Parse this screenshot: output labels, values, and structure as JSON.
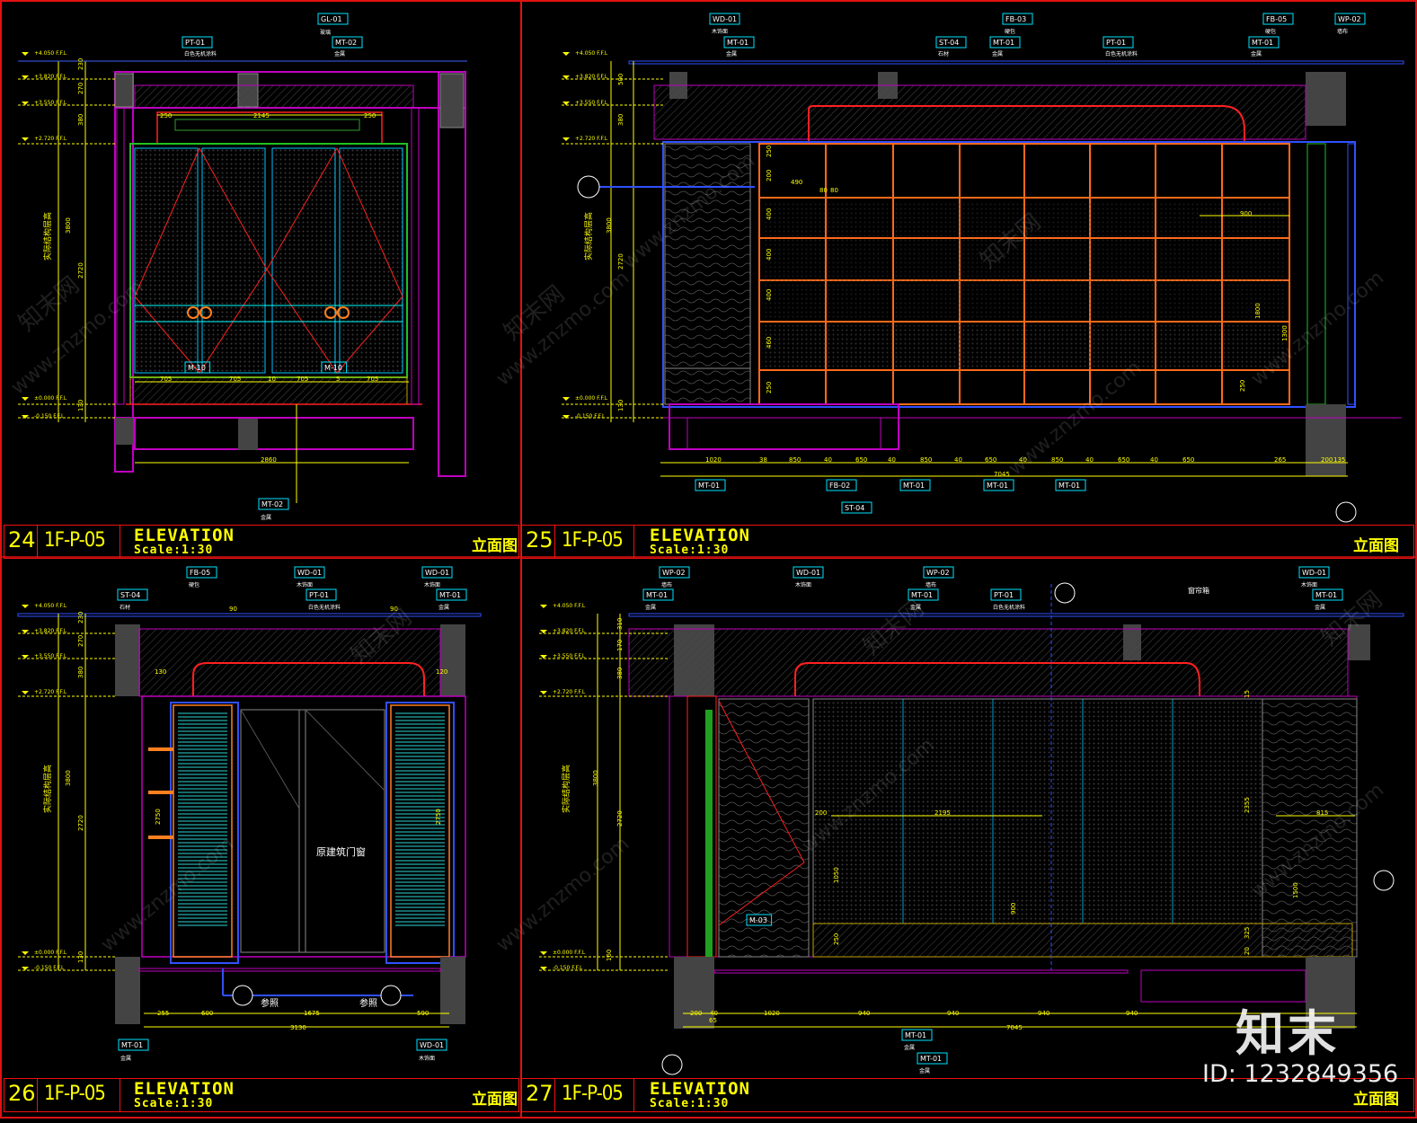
{
  "colors": {
    "frame": "#e11111",
    "wall": "#c000c0",
    "dim": "#ffff00",
    "cyan": "#00ffff",
    "orange": "#ff8020",
    "red": "#ff2020",
    "blue": "#3050ff",
    "green": "#20c020",
    "label": "#00e5ff"
  },
  "watermark": {
    "site": "www.znzmo.com",
    "brand_cn": "知末网"
  },
  "logo": {
    "text": "知末",
    "id_text": "ID: 1232849356"
  },
  "levels": [
    "+4.050 F.F.L",
    "+3.820 F.F.L",
    "+3.550 F.F.L",
    "+2.720 F.F.L",
    "±0.000 F.F.L",
    "-0.150 F.F.L"
  ],
  "vertical_note": "实际结构层高",
  "panels": [
    {
      "num": "24",
      "code": "1F-P-05",
      "elevation": "ELEVATION",
      "scale": "Scale:1:30",
      "cn": "立面图",
      "tags": [
        "PT-01",
        "GL-01",
        "MT-02",
        "M-10",
        "M-10",
        "MT-02"
      ],
      "tag_notes": [
        "白色无机涂料",
        "玻璃",
        "金属",
        "金属"
      ],
      "dims_h": [
        "250",
        "2145",
        "250",
        "705",
        "705",
        "10",
        "705",
        "5",
        "705",
        "2860"
      ],
      "dims_v": [
        "230",
        "270",
        "380",
        "2720",
        "130",
        "3800"
      ]
    },
    {
      "num": "25",
      "code": "1F-P-05",
      "elevation": "ELEVATION",
      "scale": "Scale:1:30",
      "cn": "立面图",
      "tags": [
        "WD-01",
        "MT-01",
        "FB-03",
        "ST-04",
        "MT-01",
        "PT-01",
        "FB-05",
        "MT-01",
        "WP-02",
        "MT-01",
        "FB-02",
        "ST-04",
        "MT-01",
        "MT-01",
        "MT-01"
      ],
      "tag_notes": [
        "木饰面",
        "金属",
        "硬包",
        "石材",
        "金属",
        "白色无机涂料",
        "硬包",
        "金属",
        "墙布"
      ],
      "dims_h": [
        "1020",
        "38",
        "850",
        "40",
        "650",
        "40",
        "850",
        "40",
        "650",
        "40",
        "850",
        "40",
        "650",
        "40",
        "650",
        "265",
        "200",
        "135",
        "7045",
        "490",
        "80",
        "80",
        "900"
      ],
      "dims_v": [
        "500",
        "380",
        "2720",
        "130",
        "3800",
        "250",
        "200",
        "400",
        "400",
        "400",
        "460",
        "250",
        "1800",
        "1300",
        "250"
      ]
    },
    {
      "num": "26",
      "code": "1F-P-05",
      "elevation": "ELEVATION",
      "scale": "Scale:1:30",
      "cn": "立面图",
      "tags": [
        "ST-04",
        "FB-05",
        "WD-01",
        "PT-01",
        "WD-01",
        "MT-01",
        "MT-01",
        "WD-01"
      ],
      "tag_notes": [
        "石材",
        "硬包",
        "木饰面",
        "白色无机涂料",
        "木饰面",
        "金属",
        "金属",
        "木饰面"
      ],
      "center_text": "原建筑门窗",
      "ref_text": [
        "参照",
        "参照"
      ],
      "dims_h": [
        "255",
        "600",
        "1675",
        "590",
        "3130",
        "130",
        "120",
        "90",
        "90"
      ],
      "dims_v": [
        "230",
        "270",
        "380",
        "2720",
        "130",
        "3800",
        "2750",
        "2750"
      ]
    },
    {
      "num": "27",
      "code": "1F-P-05",
      "elevation": "ELEVATION",
      "scale": "Scale:1:30",
      "cn": "立面图",
      "tags": [
        "WP-02",
        "MT-01",
        "WD-01",
        "WP-02",
        "MT-01",
        "PT-01",
        "WD-01",
        "MT-01",
        "M-03",
        "MT-01",
        "MT-01"
      ],
      "tag_notes": [
        "墙布",
        "金属",
        "木饰面",
        "墙布",
        "金属",
        "白色无机涂料",
        "木饰面",
        "金属",
        "金属",
        "金属"
      ],
      "curtain": "窗帘箱",
      "dims_h": [
        "200",
        "40",
        "65",
        "1020",
        "940",
        "940",
        "940",
        "940",
        "7045",
        "2195",
        "815",
        "200"
      ],
      "dims_v": [
        "310",
        "170",
        "380",
        "2720",
        "160",
        "3800",
        "2355",
        "1050",
        "900",
        "1500",
        "250",
        "325",
        "15",
        "20"
      ]
    }
  ]
}
